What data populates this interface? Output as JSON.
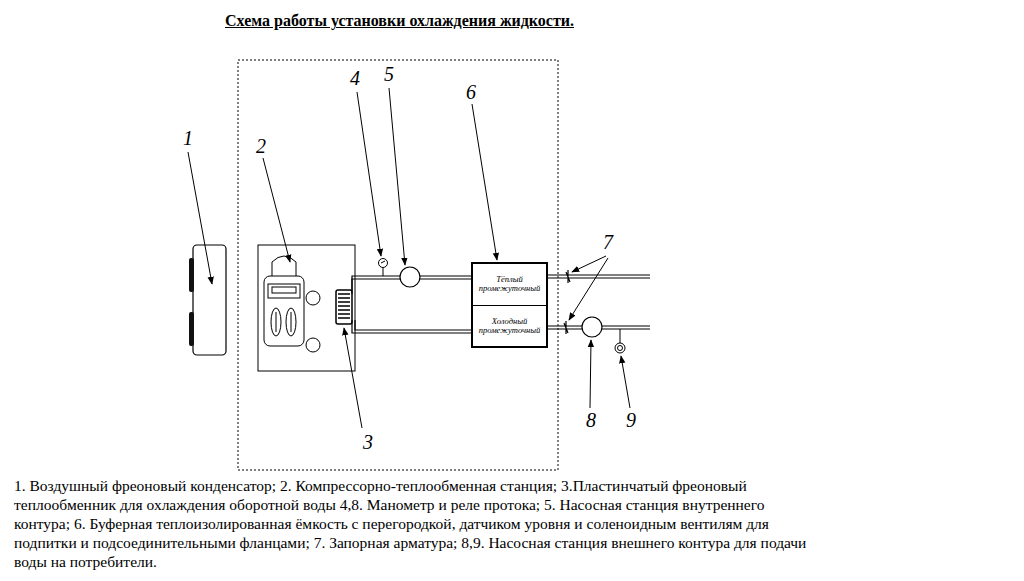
{
  "diagram": {
    "title": "Схема работы установки охлаждения жидкости.",
    "caption": "1. Воздушный фреоновый конденсатор; 2. Компрессорно-теплообменная станция; 3.Пластинчатый фреоновый теплообменник для охлаждения оборотной воды 4,8. Манометр и реле протока; 5. Насосная станция внутреннего контура; 6. Буферная теплоизолированная ёмкость с перегородкой, датчиком уровня и соленоидным вентилям для подпитки и подсоединительными фланцами; 7. Запорная арматура; 8,9. Насосная станция внешнего контура для подачи воды на потребители.",
    "nodes": [
      {
        "text": [
          "Тёплый промежуточный",
          "Холодный промежуточный"
        ]
      }
    ],
    "labels": [
      "1",
      "2",
      "3",
      "4",
      "5",
      "6",
      "7",
      "8",
      "9"
    ]
  }
}
